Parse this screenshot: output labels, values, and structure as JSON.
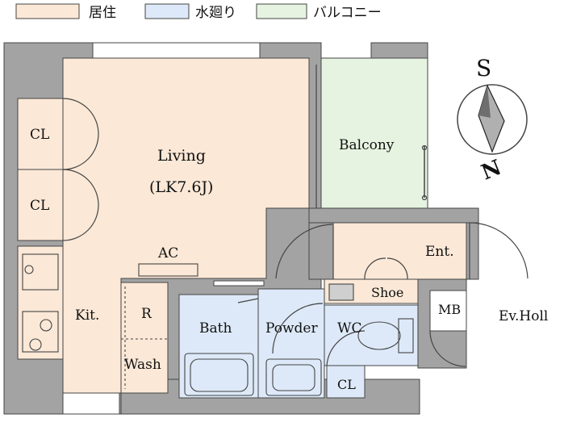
{
  "legend": {
    "living": "居住",
    "water": "水廻り",
    "balcony": "バルコニー"
  },
  "colors": {
    "living": "#fbe8d7",
    "water": "#dde9f8",
    "balcony": "#e6f3e1",
    "wall": "#a3a3a3",
    "line": "#444444"
  },
  "compass": {
    "letter": "S",
    "north": "N"
  },
  "rooms": {
    "living": "Living",
    "living_size": "(LK7.6J)",
    "balcony": "Balcony",
    "cl1": "CL",
    "cl2": "CL",
    "ac": "AC",
    "kitchen": "Kit.",
    "fridge": "R",
    "wash": "Wash",
    "bath": "Bath",
    "powder": "Powder",
    "wc": "WC",
    "shoe": "Shoe",
    "cl3": "CL",
    "entrance": "Ent.",
    "mb": "MB",
    "hall": "Ev.Holl"
  }
}
